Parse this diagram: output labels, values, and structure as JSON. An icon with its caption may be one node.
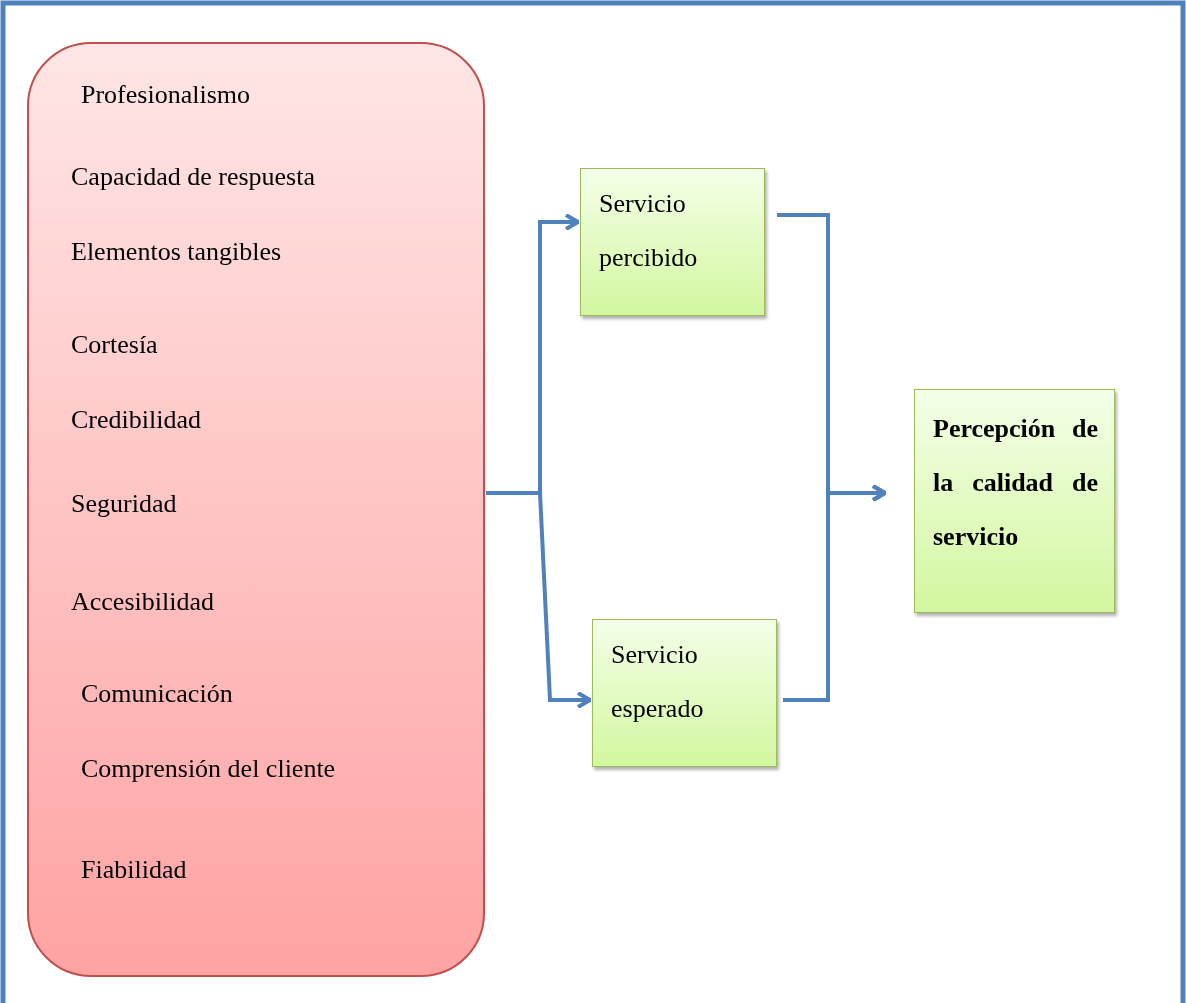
{
  "diagram": {
    "nodes": [
      {
        "text": [
          "Profesionalismo",
          "Capacidad de respuesta",
          "Elementos tangibles",
          "Cortesía",
          "Credibilidad",
          "Seguridad",
          "Accesibilidad",
          "Comunicación",
          "Comprensión del cliente",
          "Fiabilidad"
        ]
      },
      {
        "text": [
          "Servicio percibido"
        ]
      },
      {
        "text": [
          "Servicio esperado"
        ]
      },
      {
        "text": [
          "Percepción de la calidad de servicio"
        ]
      }
    ],
    "edges": [
      {
        "from": 0,
        "to": 1,
        "arrow": "to"
      },
      {
        "from": 0,
        "to": 2,
        "arrow": "to"
      },
      {
        "from": 1,
        "to": 3,
        "arrow": "to"
      },
      {
        "from": 2,
        "to": 3,
        "arrow": "to"
      }
    ]
  }
}
